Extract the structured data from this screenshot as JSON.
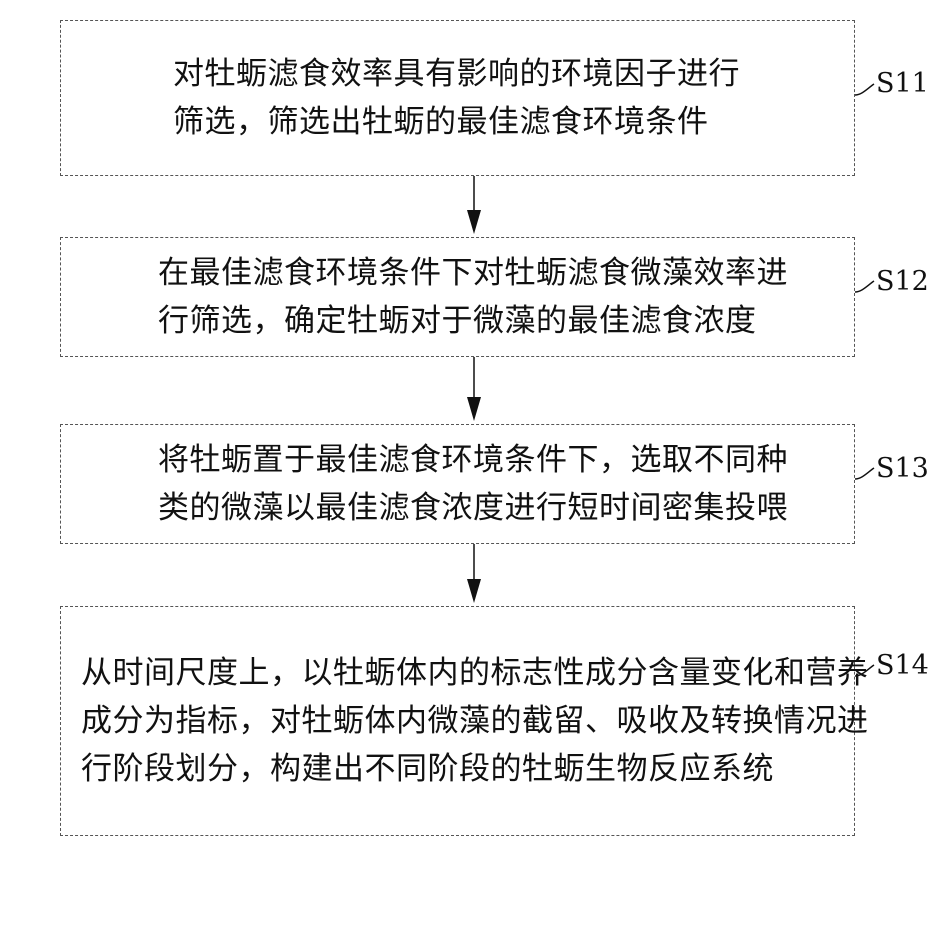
{
  "steps": [
    {
      "id": "S11",
      "lines": [
        "对牡蛎滤食效率具有影响的环境因子进行",
        "筛选，筛选出牡蛎的最佳滤食环境条件"
      ]
    },
    {
      "id": "S12",
      "lines": [
        "在最佳滤食环境条件下对牡蛎滤食微藻效率进",
        "行筛选，确定牡蛎对于微藻的最佳滤食浓度"
      ]
    },
    {
      "id": "S13",
      "lines": [
        "将牡蛎置于最佳滤食环境条件下，选取不同种",
        "类的微藻以最佳滤食浓度进行短时间密集投喂"
      ]
    },
    {
      "id": "S14",
      "lines": [
        "从时间尺度上，以牡蛎体内的标志性成分含量变化和营养",
        "成分为指标，对牡蛎体内微藻的截留、吸收及转换情况进",
        "行阶段划分，构建出不同阶段的牡蛎生物反应系统"
      ]
    }
  ],
  "colors": {
    "text": "#111111",
    "border": "#555555",
    "arrow": "#111111",
    "background": "#ffffff"
  }
}
